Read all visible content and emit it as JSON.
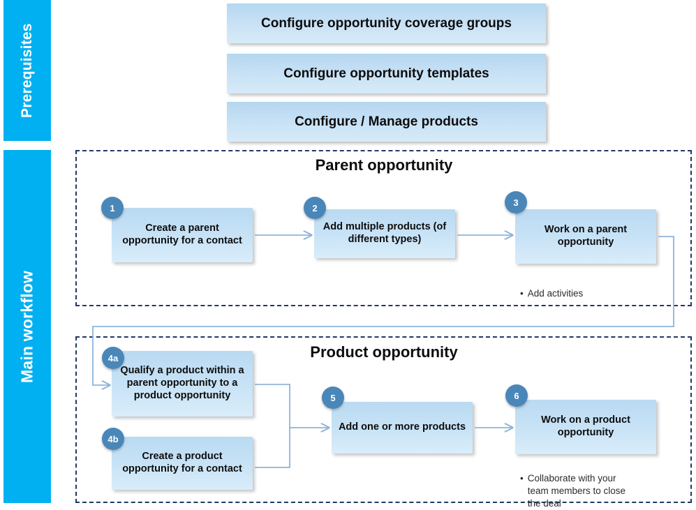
{
  "sidebar": {
    "sections": [
      {
        "label": "Prerequisites"
      },
      {
        "label": "Main workflow"
      }
    ]
  },
  "prerequisites": {
    "boxes": [
      {
        "label": "Configure opportunity coverage groups"
      },
      {
        "label": "Configure opportunity templates"
      },
      {
        "label": "Configure / Manage products"
      }
    ]
  },
  "sections": [
    {
      "title": "Parent opportunity",
      "steps": [
        {
          "number": "1",
          "label": "Create a parent opportunity for a contact"
        },
        {
          "number": "2",
          "label": "Add multiple products (of different types)"
        },
        {
          "number": "3",
          "label": "Work on a parent opportunity"
        }
      ],
      "note": {
        "bullet": "•",
        "text": "Add activities"
      }
    },
    {
      "title": "Product opportunity",
      "steps": [
        {
          "number": "4a",
          "label": "Qualify a product within a parent opportunity to a product opportunity"
        },
        {
          "number": "4b",
          "label": "Create a product opportunity for a contact"
        },
        {
          "number": "5",
          "label": "Add one or more products"
        },
        {
          "number": "6",
          "label": "Work on a product opportunity"
        }
      ],
      "note": {
        "bullet": "•",
        "text": "Collaborate with your team members to close the deal"
      }
    }
  ],
  "colors": {
    "sidebar_blue": "#00b0f0",
    "badge_blue": "#4a87b9",
    "box_fill_top": "#b9daf2",
    "box_fill_bottom": "#d9edfa",
    "frame_dash": "#1f3864",
    "connector": "#8eb4d8"
  }
}
